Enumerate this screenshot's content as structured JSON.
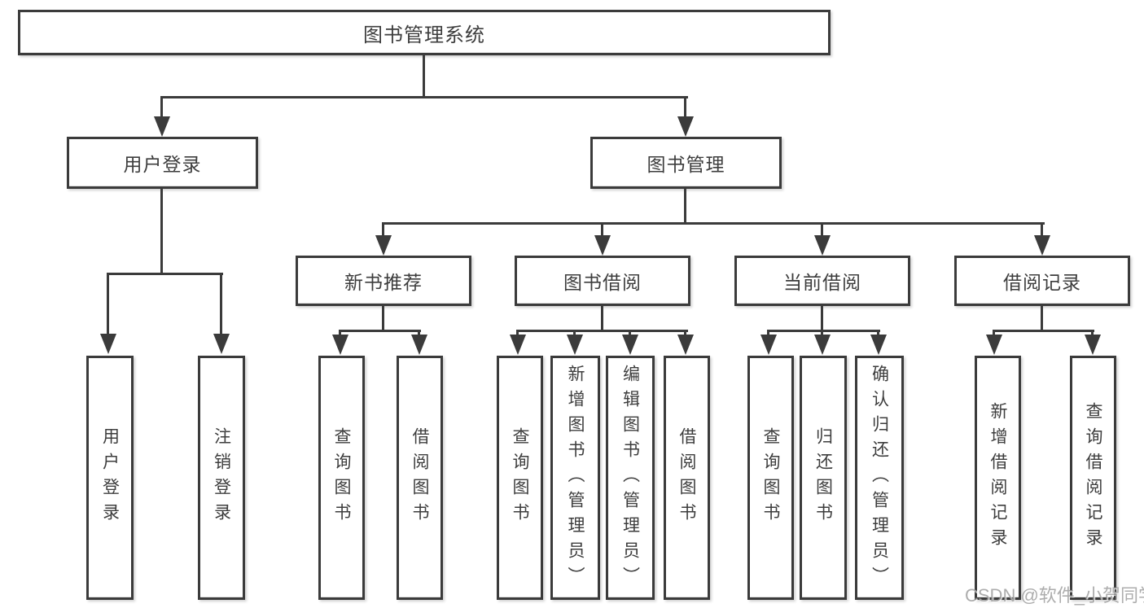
{
  "diagram": {
    "root_label": "图书管理系统",
    "level2": [
      {
        "label": "用户登录"
      },
      {
        "label": "图书管理"
      }
    ],
    "level3": [
      {
        "parent": "图书管理",
        "label": "新书推荐"
      },
      {
        "parent": "图书管理",
        "label": "图书借阅"
      },
      {
        "parent": "图书管理",
        "label": "当前借阅"
      },
      {
        "parent": "图书管理",
        "label": "借阅记录"
      }
    ],
    "leaves": [
      {
        "parent": "用户登录",
        "label": "用户登录"
      },
      {
        "parent": "用户登录",
        "label": "注销登录"
      },
      {
        "parent": "新书推荐",
        "label": "查询图书"
      },
      {
        "parent": "新书推荐",
        "label": "借阅图书"
      },
      {
        "parent": "图书借阅",
        "label": "查询图书"
      },
      {
        "parent": "图书借阅",
        "label": "新增图书（管理员）"
      },
      {
        "parent": "图书借阅",
        "label": "编辑图书（管理员）"
      },
      {
        "parent": "图书借阅",
        "label": "借阅图书"
      },
      {
        "parent": "当前借阅",
        "label": "查询图书"
      },
      {
        "parent": "当前借阅",
        "label": "归还图书"
      },
      {
        "parent": "当前借阅",
        "label": "确认归还（管理员）"
      },
      {
        "parent": "借阅记录",
        "label": "新增借阅记录"
      },
      {
        "parent": "借阅记录",
        "label": "查询借阅记录"
      }
    ]
  },
  "watermark": "CSDN @软件_小贺同学",
  "colors": {
    "line": "#3b3b3b",
    "text": "#3d3d3d",
    "background": "#ffffff",
    "watermark": "#919191"
  }
}
